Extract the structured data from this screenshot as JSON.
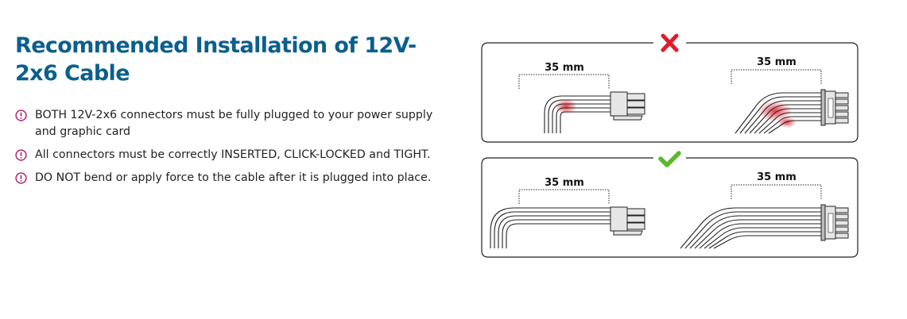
{
  "heading": "Recommended Installation of 12V-2x6 Cable",
  "bullets": [
    "BOTH 12V-2x6 connectors must be fully plugged to your power supply and graphic card",
    "All connectors must be correctly INSERTED, CLICK-LOCKED and TIGHT.",
    "DO NOT bend or apply force to the cable after it is plugged into place."
  ],
  "diagram": {
    "wrong_panel": {
      "status_icon": "red-x-icon",
      "left_label": "35 mm",
      "right_label": "35 mm"
    },
    "right_panel": {
      "status_icon": "green-check-icon",
      "left_label": "35 mm",
      "right_label": "35 mm"
    },
    "colors": {
      "accent": "#0b5f8c",
      "alert": "#b0176b",
      "wrong": "#e21b2b",
      "correct": "#5cb82e"
    }
  }
}
